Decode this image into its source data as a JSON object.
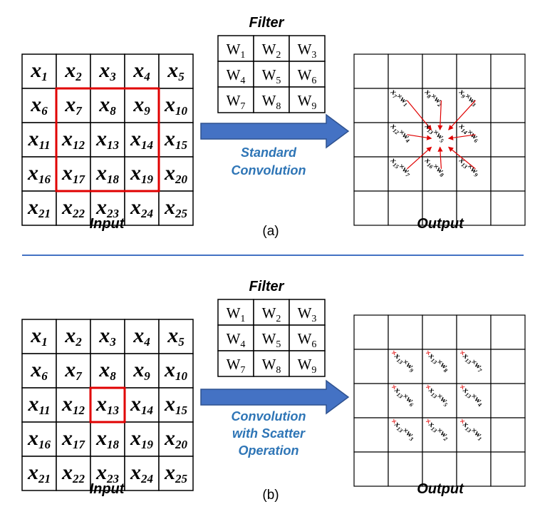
{
  "panels": [
    {
      "filter_title": "Filter",
      "input_label": "Input",
      "output_label": "Output",
      "caption": "(a)",
      "arrow_text": [
        "Standard",
        "Convolution"
      ],
      "input_cells": [
        [
          "1",
          "2",
          "3",
          "4",
          "5"
        ],
        [
          "6",
          "7",
          "8",
          "9",
          "10"
        ],
        [
          "11",
          "12",
          "13",
          "14",
          "15"
        ],
        [
          "16",
          "17",
          "18",
          "19",
          "20"
        ],
        [
          "21",
          "22",
          "23",
          "24",
          "25"
        ]
      ],
      "highlight": {
        "row": 1,
        "col": 1,
        "rows": 3,
        "cols": 3
      },
      "filter_cells": [
        [
          "1",
          "2",
          "3"
        ],
        [
          "4",
          "5",
          "6"
        ],
        [
          "7",
          "8",
          "9"
        ]
      ],
      "output_terms": [
        {
          "x": "7",
          "w": "1"
        },
        {
          "x": "8",
          "w": "2"
        },
        {
          "x": "9",
          "w": "3"
        },
        {
          "x": "12",
          "w": "4"
        },
        {
          "x": "13",
          "w": "5"
        },
        {
          "x": "14",
          "w": "6"
        },
        {
          "x": "15",
          "w": "7"
        },
        {
          "x": "16",
          "w": "8"
        },
        {
          "x": "13",
          "w": "9"
        }
      ]
    },
    {
      "filter_title": "Filter",
      "input_label": "Input",
      "output_label": "Output",
      "caption": "(b)",
      "arrow_text": [
        "Convolution",
        "with Scatter",
        "Operation"
      ],
      "input_cells": [
        [
          "1",
          "2",
          "3",
          "4",
          "5"
        ],
        [
          "6",
          "7",
          "8",
          "9",
          "10"
        ],
        [
          "11",
          "12",
          "13",
          "14",
          "15"
        ],
        [
          "16",
          "17",
          "18",
          "19",
          "20"
        ],
        [
          "21",
          "22",
          "23",
          "24",
          "25"
        ]
      ],
      "highlight": {
        "row": 2,
        "col": 2,
        "rows": 1,
        "cols": 1
      },
      "filter_cells": [
        [
          "1",
          "2",
          "3"
        ],
        [
          "4",
          "5",
          "6"
        ],
        [
          "7",
          "8",
          "9"
        ]
      ],
      "output_terms": [
        {
          "x": "13",
          "w": "9"
        },
        {
          "x": "13",
          "w": "8"
        },
        {
          "x": "13",
          "w": "7"
        },
        {
          "x": "13",
          "w": "6"
        },
        {
          "x": "13",
          "w": "5"
        },
        {
          "x": "13",
          "w": "4"
        },
        {
          "x": "13",
          "w": "3"
        },
        {
          "x": "13",
          "w": "2"
        },
        {
          "x": "13",
          "w": "1"
        }
      ]
    }
  ],
  "colors": {
    "grid": "#000000",
    "highlight": "#e00000",
    "arrow_fill": "#4472c4",
    "arrow_stroke": "#2f528f",
    "arrow_text": "#2e75b6",
    "divider": "#4472c4",
    "pointer": "#e00000"
  }
}
